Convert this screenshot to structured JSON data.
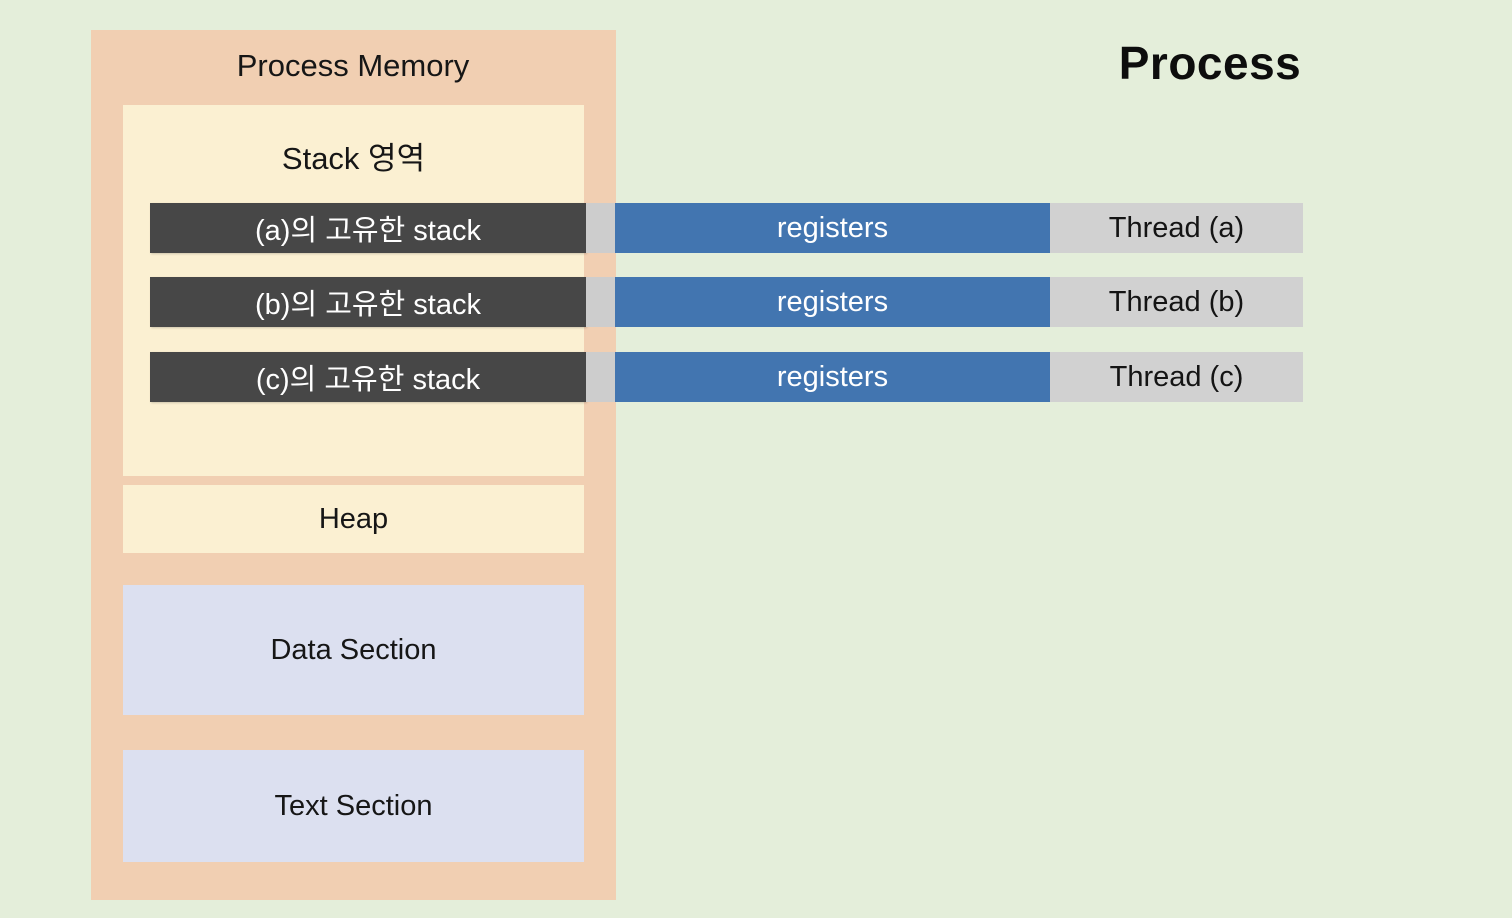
{
  "diagram": {
    "background_color": "#e4eeda",
    "right_title": "Process",
    "process_memory": {
      "title": "Process Memory",
      "container_color": "#f1cfb2",
      "stack_area": {
        "label": "Stack 영역",
        "color": "#fbf0d2"
      },
      "heap": {
        "label": "Heap",
        "color": "#fbf0d2"
      },
      "sections": [
        {
          "label": "Data Section",
          "color": "#dce0f0"
        },
        {
          "label": "Text Section",
          "color": "#dce0f0"
        }
      ]
    },
    "threads": [
      {
        "stack_label": "(a)의 고유한 stack",
        "registers_label": "registers",
        "thread_label": "Thread (a)",
        "stack_color": "#474747",
        "registers_color": "#4275b0",
        "thread_color": "#d1d1d1"
      },
      {
        "stack_label": "(b)의 고유한 stack",
        "registers_label": "registers",
        "thread_label": "Thread (b)",
        "stack_color": "#474747",
        "registers_color": "#4275b0",
        "thread_color": "#d1d1d1"
      },
      {
        "stack_label": "(c)의 고유한 stack",
        "registers_label": "registers",
        "thread_label": "Thread (c)",
        "stack_color": "#474747",
        "registers_color": "#4275b0",
        "thread_color": "#d1d1d1"
      }
    ]
  }
}
